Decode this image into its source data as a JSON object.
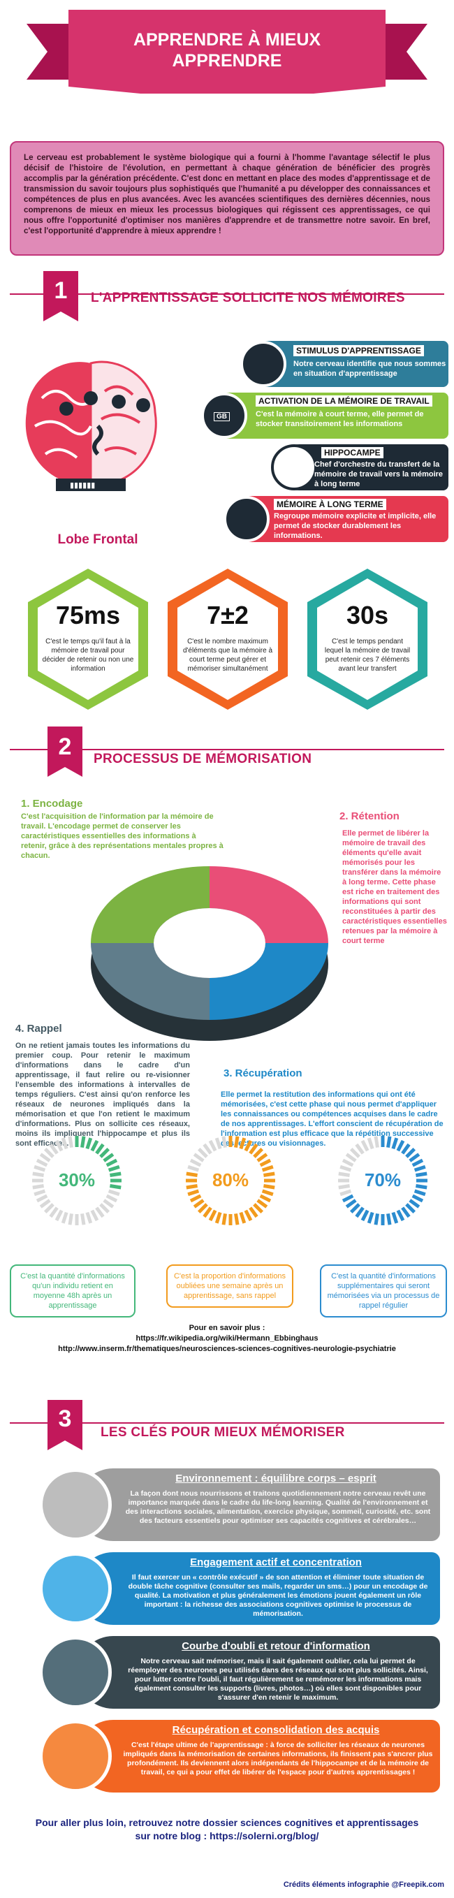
{
  "header": {
    "title_line1": "APPRENDRE À MIEUX",
    "title_line2": "APPRENDRE"
  },
  "intro": "Le cerveau est probablement le système biologique qui a fourni à l'homme l'avantage sélectif le plus décisif de l'histoire de l'évolution, en permettant à chaque génération de bénéficier des progrès accomplis par la génération précédente. C'est donc en mettant en place des modes d'apprentissage et de transmission du savoir toujours plus sophistiqués que l'humanité a pu développer des connaissances et compétences de plus en plus avancées. Avec les avancées scientifiques des dernières décennies, nous comprenons de mieux en mieux les processus biologiques qui régissent ces apprentissages, ce qui nous offre l'opportunité d'optimiser nos manières d'apprendre et de transmettre notre savoir. En bref, c'est l'opportunité d'apprendre à mieux apprendre !",
  "section1": {
    "number": "1",
    "title": "L'APPRENTISSAGE SOLLICITE NOS MÉMOIRES",
    "brain_label": "Lobe Frontal",
    "cards": [
      {
        "title": "STIMULUS D'APPRENTISSAGE",
        "text": "Notre cerveau identifie que nous sommes en situation d'apprentissage"
      },
      {
        "title": "ACTIVATION DE LA MÉMOIRE DE TRAVAIL",
        "text": "C'est la mémoire à court terme, elle permet de stocker transitoirement les informations"
      },
      {
        "title": "HIPPOCAMPE",
        "text": "Chef d'orchestre du transfert de la mémoire de travail vers la mémoire à long terme"
      },
      {
        "title": "MÉMOIRE À LONG TERME",
        "text": "Regroupe mémoire explicite et implicite, elle permet de stocker durablement les informations."
      }
    ],
    "card_icon_labels": {
      "gb": "GB"
    },
    "hexes": [
      {
        "value": "75ms",
        "text": "C'est le temps qu'il faut à la mémoire de travail pour décider de retenir ou non une information",
        "color": "#8dc63f"
      },
      {
        "value": "7±2",
        "text": "C'est le nombre maximum d'éléments que la mémoire à court terme peut gérer et mémoriser simultanément",
        "color": "#f26522"
      },
      {
        "value": "30s",
        "text": "C'est le temps pendant lequel la mémoire de travail peut retenir ces 7 éléments avant leur transfert",
        "color": "#27a9a0"
      }
    ]
  },
  "section2": {
    "number": "2",
    "title": "PROCESSUS DE MÉMORISATION",
    "steps": [
      {
        "title": "1. Encodage",
        "text": "C'est l'acquisition de l'information par la mémoire de travail. L'encodage permet de conserver les caractéristiques essentielles des informations à retenir, grâce à des représentations mentales propres à chacun.",
        "color": "#7cb342"
      },
      {
        "title": "2. Rétention",
        "text": "Elle permet de libérer la mémoire de travail des éléments qu'elle avait mémorisés pour les transférer dans la mémoire à long terme. Cette phase est riche en traitement des informations qui sont reconstituées à partir des caractéristiques essentielles retenues par la mémoire à court terme",
        "color": "#e94e77"
      },
      {
        "title": "3. Récupération",
        "text": "Elle permet la restitution des informations qui ont été mémorisées, c'est cette phase qui nous permet d'appliquer les connaissances ou compétences acquises dans le cadre de nos apprentissages. L'effort conscient de récupération de l'information est plus efficace que la répétition successive des lectures ou visionnages.",
        "color": "#1e88c7"
      },
      {
        "title": "4. Rappel",
        "text": "On ne retient jamais toutes les informations du premier coup. Pour retenir le maximum d'informations dans le cadre d'un apprentissage, il faut relire ou re-visionner l'ensemble des informations à intervalles de temps réguliers. C'est ainsi qu'on renforce les réseaux de neurones impliqués dans la mémorisation et que l'on retient le maximum d'informations. Plus on sollicite ces réseaux, moins ils impliquent l'hippocampe et plus ils sont efficaces.",
        "color": "#455a64"
      }
    ],
    "rings": [
      {
        "pct": "30%",
        "fill": 0.3,
        "text": "C'est la quantité d'informations qu'un individu retient en moyenne 48h après un apprentissage",
        "color": "#43b77a"
      },
      {
        "pct": "80%",
        "fill": 0.8,
        "text": "C'est la proportion d'informations oubliées une semaine après un apprentissage, sans rappel",
        "color": "#f29b1d"
      },
      {
        "pct": "70%",
        "fill": 0.7,
        "text": "C'est la quantité d'informations supplémentaires qui seront mémorisées via un processus de rappel régulier",
        "color": "#2b8ccf"
      }
    ],
    "more_label": "Pour en savoir plus :",
    "link1": "https://fr.wikipedia.org/wiki/Hermann_Ebbinghaus",
    "link2": "http://www.inserm.fr/thematiques/neurosciences-sciences-cognitives-neurologie-psychiatrie"
  },
  "section3": {
    "number": "3",
    "title": "LES CLÉS POUR MIEUX MÉMORISER",
    "keys": [
      {
        "title": "Environnement : équilibre corps – esprit",
        "text": "La façon dont nous nourrissons et traitons quotidiennement notre cerveau revêt une importance marquée dans le cadre du life-long learning. Qualité de l'environnement et des interactions sociales, alimentation, exercice physique, sommeil, curiosité, etc. sont des facteurs essentiels pour optimiser ses capacités cognitives et cérébrales…",
        "color": "#9e9e9e",
        "icon": "meditation-icon"
      },
      {
        "title": "Engagement actif et concentration",
        "text": "Il faut exercer un « contrôle exécutif » de son attention et éliminer toute situation de double tâche cognitive (consulter ses mails, regarder un sms…) pour un encodage de qualité. La motivation et plus généralement les émotions jouent également un rôle important : la richesse des associations cognitives optimise le processus de mémorisation.",
        "color": "#1e88c7",
        "icon": "teacher-icon"
      },
      {
        "title": "Courbe d'oubli et retour d'information",
        "text": "Notre cerveau sait mémoriser, mais il sait également oublier, cela lui permet de réemployer des neurones peu utilisés dans des réseaux qui sont plus sollicités. Ainsi, pour lutter contre l'oubli, il faut régulièrement se remémorer les informations mais également consulter les supports (livres, photos…) où elles sont disponibles pour s'assurer d'en retenir le maximum.",
        "color": "#37474f",
        "icon": "desk-icon"
      },
      {
        "title": "Récupération et consolidation des acquis",
        "text": "C'est l'étape ultime de l'apprentissage : à force de solliciter les réseaux de neurones impliqués dans la mémorisation de certaines informations, ils finissent pas s'ancrer plus profondément. Ils deviennent alors indépendants de l'hippocampe et de la mémoire de travail, ce qui a pour effet de libérer de l'espace pour d'autres apprentissages !",
        "color": "#f26522",
        "icon": "builder-icon"
      }
    ]
  },
  "footer": {
    "line1": "Pour aller plus loin, retrouvez notre dossier sciences cognitives et apprentissages",
    "line2": "sur notre blog : https://solerni.org/blog/",
    "credit": "Crédits éléments infographie @Freepik.com"
  }
}
